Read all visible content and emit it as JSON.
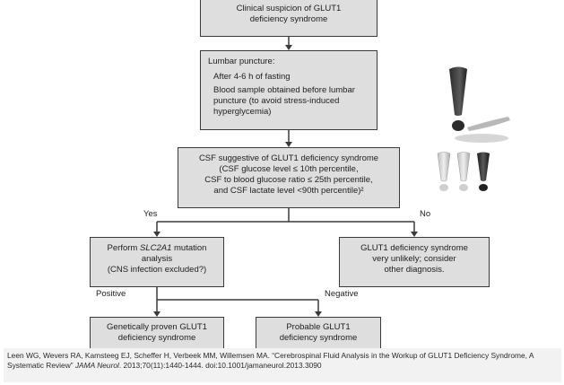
{
  "nodes": {
    "suspicion": {
      "lines": [
        "Clinical suspicion of GLUT1",
        "deficiency syndrome"
      ]
    },
    "lumbar": {
      "title": "Lumbar puncture:",
      "lines": [
        "After 4-6 h of fasting",
        "Blood sample obtained before lumbar",
        "puncture (to avoid stress-induced",
        "hyperglycemia)"
      ]
    },
    "csf": {
      "lines": [
        "CSF suggestive of GLUT1 deficiency syndrome",
        "(CSF glucose level ≤ 10th percentile,",
        "CSF to blood glucose ratio ≤ 25th percentile,",
        "and CSF lactate level <90th percentile)²"
      ]
    },
    "mutation": {
      "prefix": "Perform ",
      "gene": "SLC2A1",
      "suffix": " mutation",
      "lines": [
        "analysis",
        "(CNS infection excluded?)"
      ]
    },
    "unlikely": {
      "lines": [
        "GLUT1 deficiency syndrome",
        "very unlikely; consider",
        "other diagnosis."
      ]
    },
    "proven": {
      "lines": [
        "Genetically proven GLUT1",
        "deficiency syndrome"
      ]
    },
    "probable": {
      "lines": [
        "Probable GLUT1",
        "deficiency syndrome"
      ]
    }
  },
  "edges": {
    "yes": "Yes",
    "no": "No",
    "positive": "Positive",
    "negative": "Negative"
  },
  "caption": {
    "line1": "Leen WG, Wevers RA, Kamsteeg EJ, Scheffer H, Verbeek MM, Willemsen MA. “Cerebrospinal Fluid Analysis in the Workup of GLUT1 Deficiency Syndrome, A",
    "line2_plain": "Systematic Review” ",
    "line2_journal": "JAMA Neurol",
    "line2_rest": ". 2013;70(11):1440-1444. doi:10.1001/jamaneurol.2013.3090"
  },
  "icons": [
    "exclamation-icon",
    "exclamation-group-icon"
  ],
  "colors": {
    "box_fill": "#dedede",
    "border": "#3a3a3a",
    "caption_bg": "#f2f2f2"
  }
}
